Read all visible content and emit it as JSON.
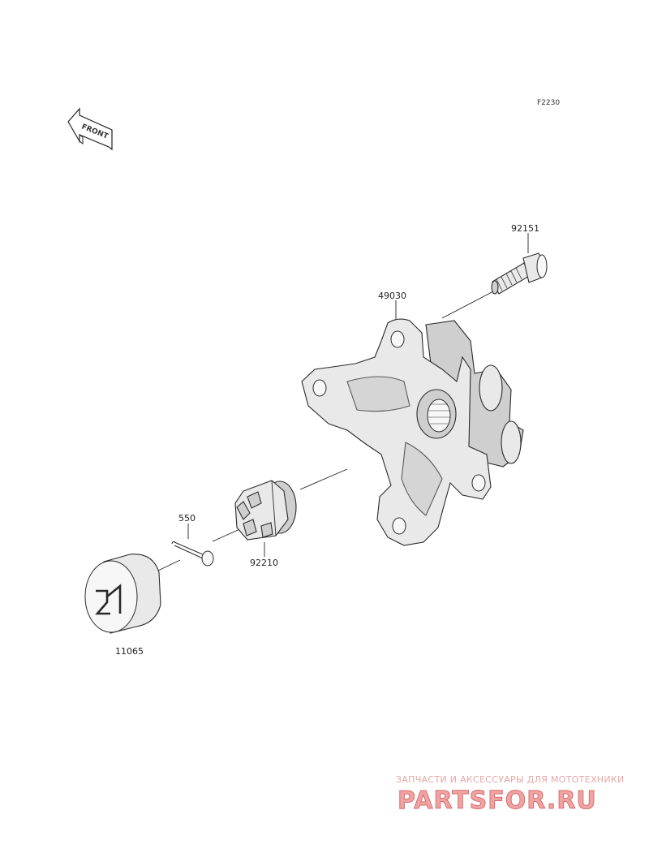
{
  "diagram": {
    "code": "F2230",
    "front_label": "FRONT",
    "parts": [
      {
        "number": "92151"
      },
      {
        "number": "49030"
      },
      {
        "number": "550"
      },
      {
        "number": "92210"
      },
      {
        "number": "11065"
      }
    ]
  },
  "watermark": {
    "tagline": "ЗАПЧАСТИ И АКСЕССУАРЫ ДЛЯ МОТОТЕХНИКИ",
    "brand": "PARTSFOR.RU"
  },
  "colors": {
    "watermark": "#f0a3a3",
    "line": "#2a2a2a"
  }
}
